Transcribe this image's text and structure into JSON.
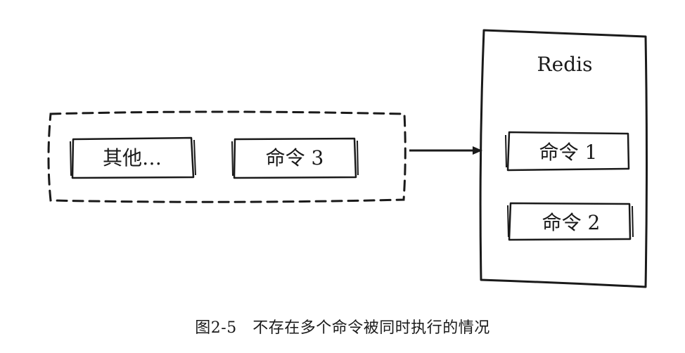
{
  "queue": {
    "items": [
      {
        "label": "其他…"
      },
      {
        "label": "命令 3"
      }
    ]
  },
  "server": {
    "title": "Redis",
    "commands": [
      {
        "label": "命令 1"
      },
      {
        "label": "命令 2"
      }
    ]
  },
  "caption": "图2-5　不存在多个命令被同时执行的情况"
}
